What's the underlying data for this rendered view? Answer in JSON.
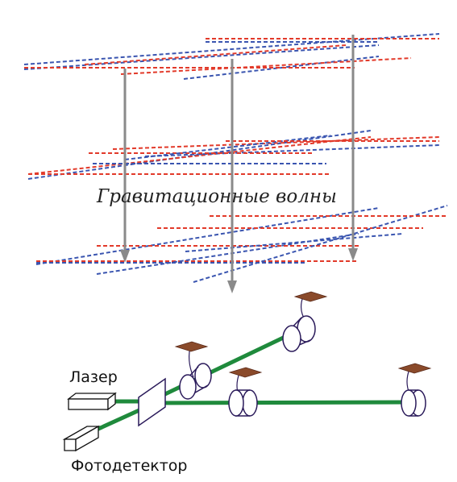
{
  "labels": {
    "waves": "Гравитационные волны",
    "laser": "Лазер",
    "photodetector": "Фотодетектор"
  },
  "colors": {
    "wave_red": "#e23a2a",
    "wave_blue": "#3a55b0",
    "arrow": "#8a8a8a",
    "beam": "#1f8a3c",
    "optics_stroke": "#2a1a5a",
    "mass_fill": "#ffffff",
    "suspension_pad": "#8a4a2a"
  },
  "icons": {
    "laser": "laser-icon",
    "photodetector": "photodetector-icon",
    "beam_splitter": "beam-splitter-icon",
    "test_mass": "test-mass-icon",
    "suspension": "suspension-icon"
  }
}
